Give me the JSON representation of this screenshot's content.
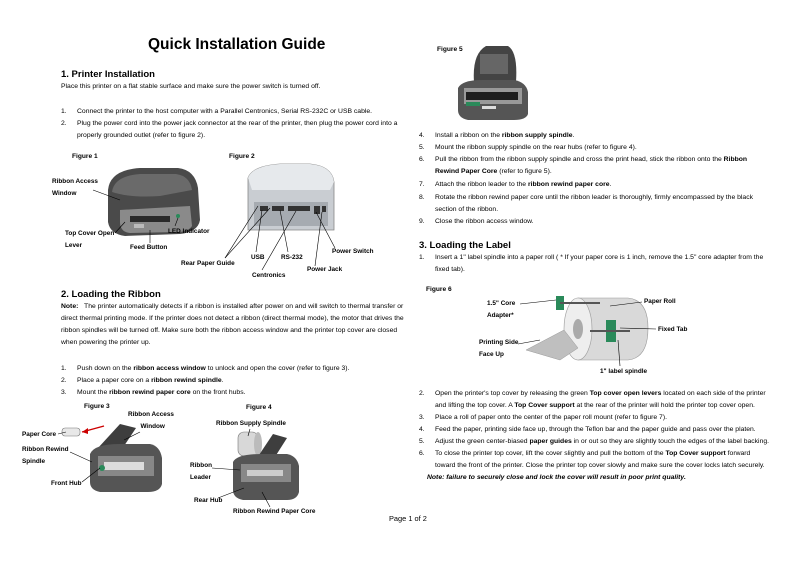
{
  "title": "Quick Installation Guide",
  "section1": {
    "heading": "1. Printer Installation",
    "intro": "Place this printer on a flat stable surface and make sure the power switch is turned off.",
    "steps": [
      {
        "n": "1.",
        "text": "Connect the printer to the host computer with a Parallel Centronics, Serial RS-232C or USB cable."
      },
      {
        "n": "2.",
        "line1": "Plug the power cord into the power jack connector at the rear of the printer, then plug the power cord into a",
        "line2": "properly grounded outlet (refer to figure 2)."
      }
    ]
  },
  "figure1": {
    "label": "Figure 1",
    "ribbon_access_1": "Ribbon Access",
    "ribbon_access_2": "Window",
    "top_cover_1": "Top Cover Open",
    "top_cover_2": "Lever",
    "feed_button": "Feed Button",
    "led": "LED Indicator"
  },
  "figure2": {
    "label": "Figure 2",
    "rear_paper_guide": "Rear Paper Guide",
    "usb": "USB",
    "rs232": "RS-232",
    "centronics": "Centronics",
    "power_switch": "Power Switch",
    "power_jack": "Power Jack"
  },
  "section2": {
    "heading": "2.  Loading the Ribbon",
    "note_label": "Note:",
    "note_lines": [
      "The printer automatically detects if a ribbon is installed after power on and will switch to thermal transfer or",
      "direct thermal printing mode. If the printer does not detect a ribbon (direct thermal mode), the motor that drives the",
      "ribbon spindles will be turned off. Make sure both the ribbon access window and the printer top cover are closed",
      "when powering the printer up."
    ],
    "step1_n": "1.",
    "step1_pre": "Push down on the ",
    "step1_bold": "ribbon access window",
    "step1_post": " to unlock and open the cover (refer to figure 3).",
    "step2_n": "2.",
    "step2_pre": "Place a paper core on a ",
    "step2_bold": "ribbon rewind spindle",
    "step2_post": ".",
    "step3_n": "3.",
    "step3_pre": "Mount the ",
    "step3_bold": "ribbon rewind paper core",
    "step3_post": " on the front hubs."
  },
  "figure3": {
    "label": "Figure 3",
    "ribbon_access_1": "Ribbon Access",
    "ribbon_access_2": "Window",
    "paper_core": "Paper Core",
    "rewind_1": "Ribbon Rewind",
    "rewind_2": "Spindle",
    "front_hub": "Front Hub"
  },
  "figure4": {
    "label": "Figure 4",
    "supply_spindle": "Ribbon Supply Spindle",
    "ribbon": "Ribbon",
    "leader": "Leader",
    "rear_hub": "Rear Hub",
    "rewind_core": "Ribbon Rewind Paper Core"
  },
  "figure5": {
    "label": "Figure 5"
  },
  "ribbon_steps": {
    "s4_n": "4.",
    "s4_pre": "Install a ribbon on the ",
    "s4_bold": "ribbon supply spindle",
    "s4_post": ".",
    "s5_n": "5.",
    "s5": "Mount the ribbon supply spindle on the rear hubs (refer to figure 4).",
    "s6_n": "6.",
    "s6_l1_pre": "Pull the ribbon from the ribbon supply spindle and cross the print head, stick the ribbon onto the ",
    "s6_l1_bold": "Ribbon",
    "s6_l2_bold": "Rewind Paper Core",
    "s6_l2_post": " (refer to figure 5).",
    "s7_n": "7.",
    "s7_pre": "Attach the ribbon leader to the ",
    "s7_bold": "ribbon rewind paper core",
    "s7_post": ".",
    "s8_n": "8.",
    "s8_l1": "Rotate the ribbon rewind paper core until the ribbon leader is thoroughly, firmly encompassed by the black",
    "s8_l2": "section of the ribbon.",
    "s9_n": "9.",
    "s9": "Close the ribbon access window."
  },
  "section3": {
    "heading": "3. Loading the Label",
    "s1_n": "1.",
    "s1_l1": "Insert a 1\" label spindle into a paper roll ( * If your paper core is 1 inch, remove the 1.5\" core adapter from the",
    "s1_l2": "fixed tab)."
  },
  "figure6": {
    "label": "Figure 6",
    "core_1": "1.5\" Core",
    "core_2": "Adapter*",
    "paper_roll": "Paper Roll",
    "fixed_tab": "Fixed Tab",
    "printing_1": "Printing Side",
    "printing_2": "Face Up",
    "label_spindle": "1\" label spindle"
  },
  "label_steps": {
    "s2_n": "2.",
    "s2_l1_pre": "Open the printer's top cover by releasing the green ",
    "s2_l1_bold": "Top cover open levers",
    "s2_l1_post": " located on each side of the printer",
    "s2_l2_pre": "and lifting the top cover. A ",
    "s2_l2_bold": "Top Cover support",
    "s2_l2_post": " at the rear of the printer will hold the printer top cover open.",
    "s3_n": "3.",
    "s3": "Place a roll of paper onto the center of the paper roll mount (refer to figure 7).",
    "s4_n": "4.",
    "s4": "Feed the paper, printing side face up, through the Teflon bar and the paper guide and pass over the platen.",
    "s5_n": "5.",
    "s5_pre": "Adjust the green center-biased ",
    "s5_bold": "paper guides",
    "s5_post": " in or out so they are slightly touch the edges of the label backing.",
    "s6_n": "6.",
    "s6_l1_pre": "To close the printer top cover, lift the cover slightly and pull the bottom of the ",
    "s6_l1_bold": "Top Cover support",
    "s6_l1_post": " forward",
    "s6_l2": "toward the front of the printer. Close the printer top cover slowly and make sure the cover locks latch securely.",
    "note": "Note:    failure to securely close and lock the cover will result in poor print quality."
  },
  "footer": "Page 1 of 2",
  "colors": {
    "printer_dark": "#3a3a3a",
    "printer_grey": "#9a9a9a",
    "accent_green": "#2a8a5a"
  }
}
